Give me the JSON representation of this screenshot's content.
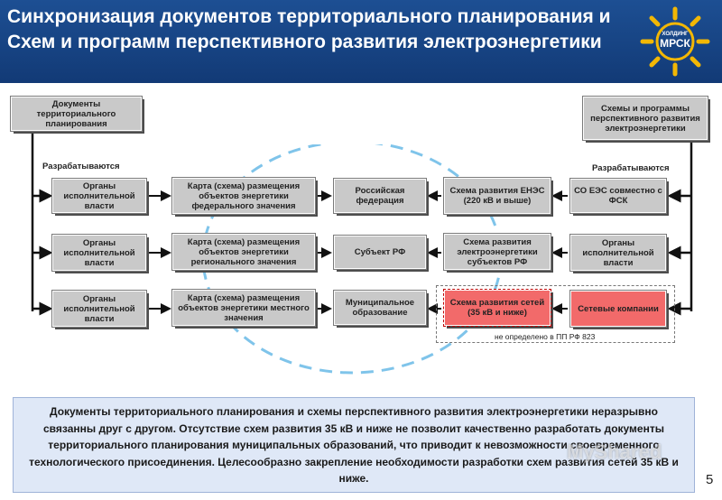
{
  "title": "Синхронизация документов территориального планирования и Схем и программ перспективного развития электроэнергетики",
  "logo_text": "МРСК",
  "logo_small": "ХОЛДИНГ",
  "colors": {
    "header_bg": "#1d4f93",
    "box_gray": "#c9c9c9",
    "box_red": "#f26a6a",
    "logo_gold": "#f2b705"
  },
  "left_header": "Документы территориального планирования",
  "right_header": "Схемы и программы перспективного развития электроэнергетики",
  "left_develop": "Разрабатываются",
  "right_develop": "Разрабатываются",
  "rows": [
    {
      "authority": "Органы исполнительной власти",
      "map": "Карта (схема) размещения объектов энергетики федерального значения",
      "level": "Российская федерация",
      "scheme": "Схема развития ЕНЭС (220 кВ и выше)",
      "developer": "СО ЕЭС совместно с ФСК"
    },
    {
      "authority": "Органы исполнительной власти",
      "map": "Карта (схема) размещения объектов энергетики регионального значения",
      "level": "Субъект РФ",
      "scheme": "Схема развития электроэнергетики субъектов РФ",
      "developer": "Органы исполнительной власти"
    },
    {
      "authority": "Органы исполнительной власти",
      "map": "Карта (схема) размещения объектов энергетики местного значения",
      "level": "Муниципальное образование",
      "scheme": "Схема развития сетей (35 кВ и ниже)",
      "developer": "Сетевые компании"
    }
  ],
  "note": "не определено в ПП РФ 823",
  "conclusion": "Документы территориального планирования и схемы перспективного развития электроэнергетики неразрывно связанны друг с другом. Отсутствие схем развития 35 кВ и ниже не позволит качественно разработать документы территориального планирования муниципальных образований, что приводит к невозможности своевременного технологического присоединения. Целесообразно закрепление необходимости разработки схем развития сетей 35 кВ и ниже.",
  "page_number": "5",
  "watermark": "MyShared"
}
